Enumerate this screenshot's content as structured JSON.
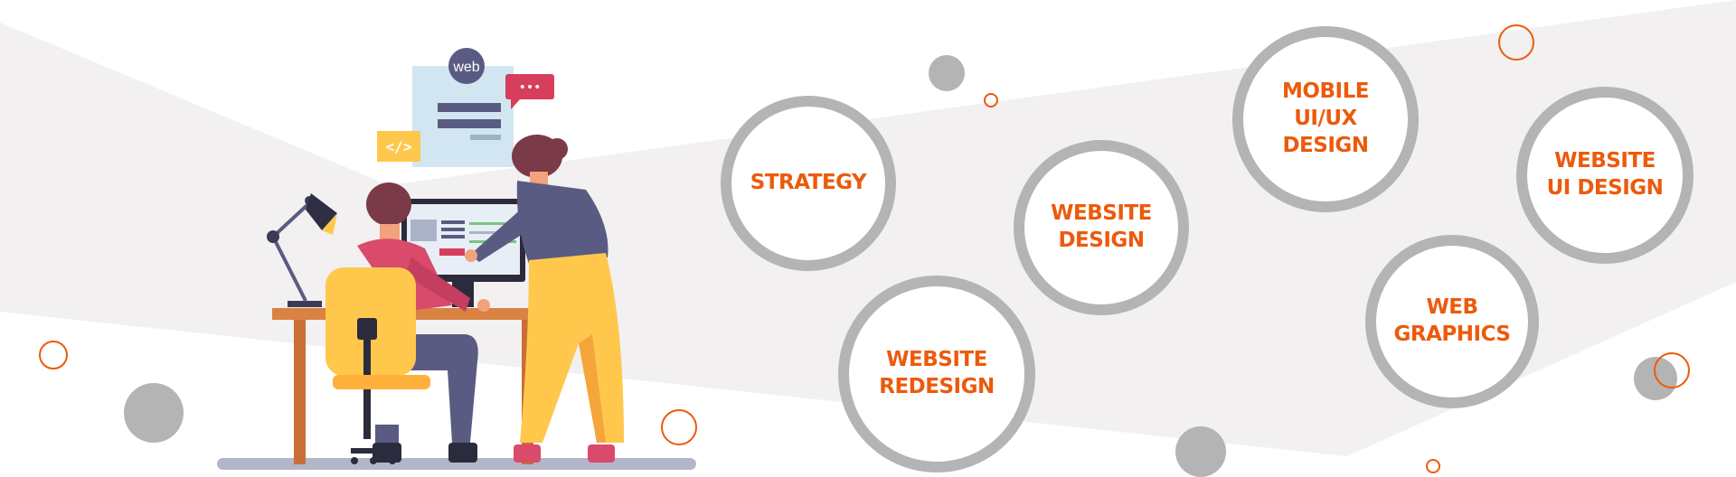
{
  "illustration": {
    "web_badge": "web",
    "code_tag": "</>",
    "chat_dots": "•••"
  },
  "services": [
    {
      "id": "strategy",
      "label": "STRATEGY"
    },
    {
      "id": "website-design",
      "label": "WEBSITE\nDESIGN"
    },
    {
      "id": "mobile-ui-ux-design",
      "label": "MOBILE\nUI/UX\nDESIGN"
    },
    {
      "id": "website-ui-design",
      "label": "WEBSITE\nUI DESIGN"
    },
    {
      "id": "web-graphics",
      "label": "WEB\nGRAPHICS"
    },
    {
      "id": "website-redesign",
      "label": "WEBSITE\nREDESIGN"
    }
  ],
  "colors": {
    "accent": "#ec5a0c",
    "ring": "#b4b4b4",
    "band": "#f2f0f1"
  }
}
